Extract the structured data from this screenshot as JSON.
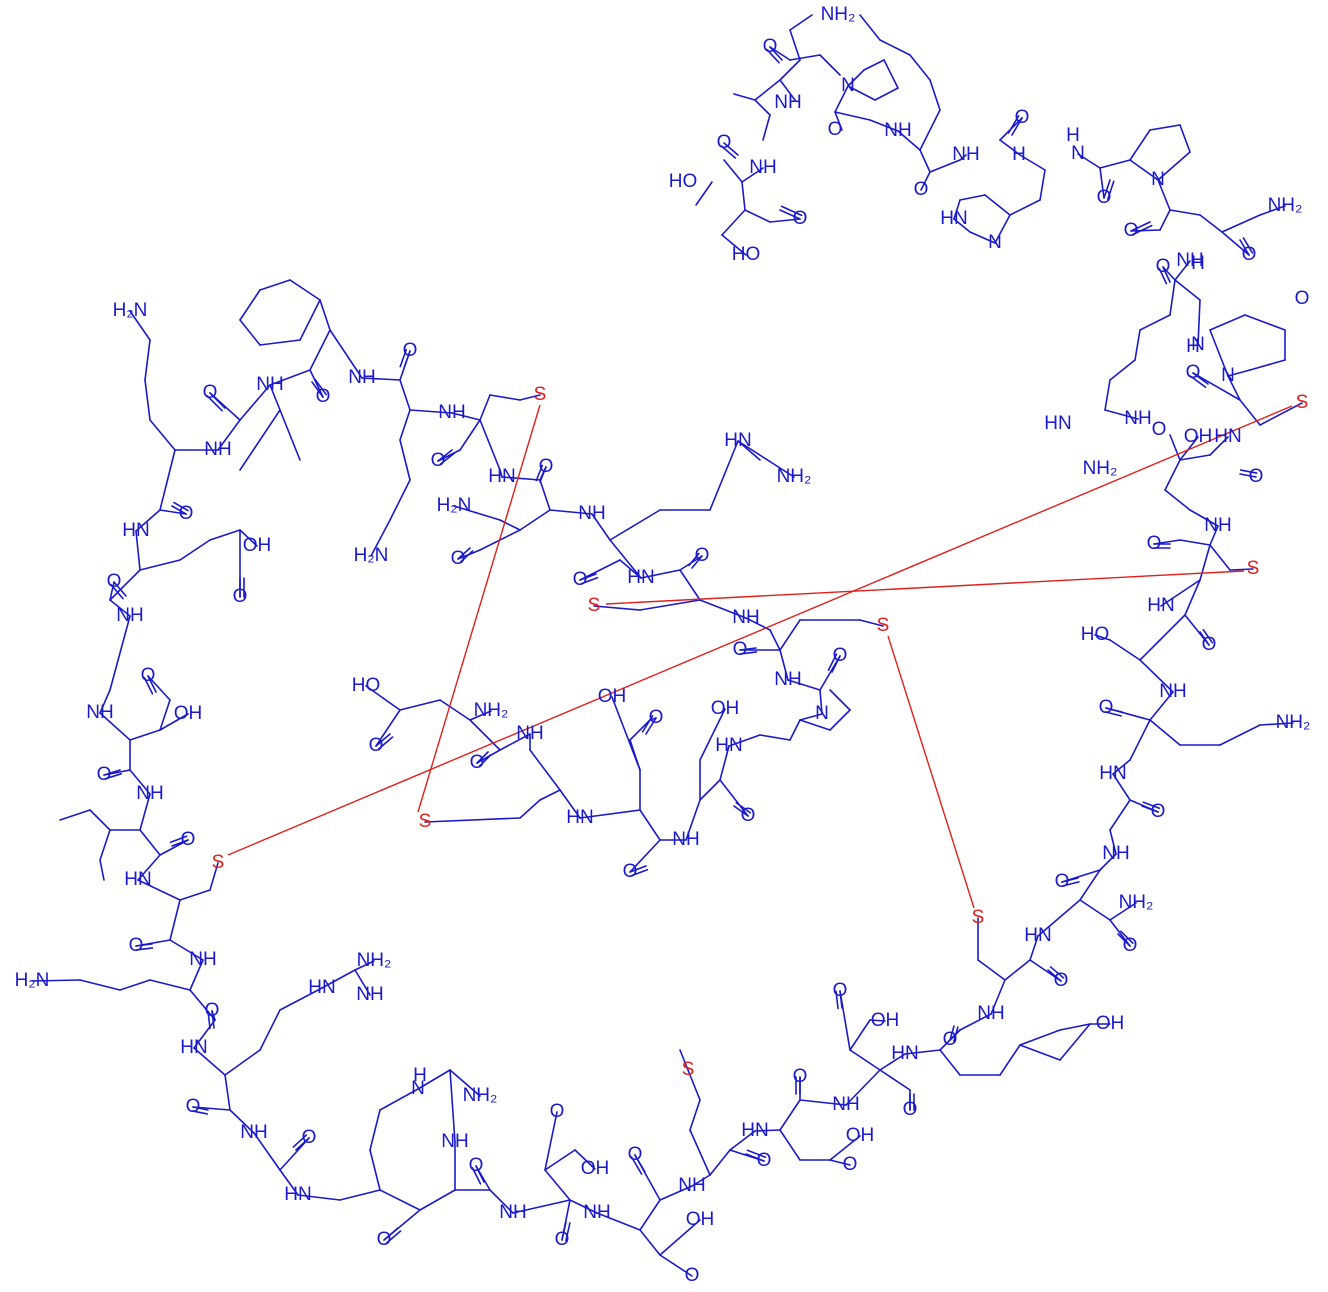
{
  "colors": {
    "atom_label": "#1a1acc",
    "bond": "#1a1acc",
    "sulfur_label": "#e0201b",
    "disulfide_bond": "#e0201b",
    "background": "#ffffff"
  },
  "labels": {
    "nh2": "NH₂",
    "h2n": "H₂N",
    "nh": "NH",
    "hn": "HN",
    "n": "N",
    "h": "H",
    "o": "O",
    "s": "S",
    "oh": "OH",
    "ho": "HO",
    "hn_guan": "HN",
    "nh_guan": "NH"
  }
}
